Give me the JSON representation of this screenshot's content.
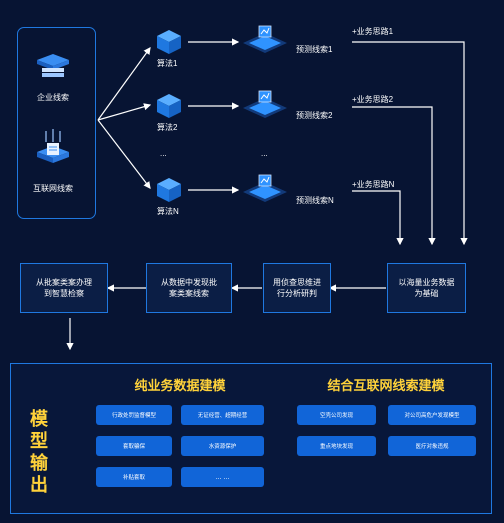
{
  "sources": {
    "enterprise_clue": "企业线索",
    "internet_clue": "互联网线索"
  },
  "algorithms": [
    "算法1",
    "算法2",
    "算法N"
  ],
  "predictions": [
    "预测线索1",
    "预测线索2",
    "预测线索N"
  ],
  "business_ideas": [
    "+业务思路1",
    "+业务思路2",
    "+业务思路N"
  ],
  "ellipsis_algo": "...",
  "ellipsis_pred": "...",
  "flow": {
    "step1": "以海量业务数据为基础",
    "step2": "用侦查思维进行分析研判",
    "step3": "从数据中发现批案类案线索",
    "step4": "从批案类案办理到智慧检察"
  },
  "bottom": {
    "left_label": "模型输出",
    "left_title": "纯业务数据建模",
    "right_title": "结合互联网线索建模",
    "left_tags": [
      "行政处罚监督模型",
      "无证经营、超期经营",
      "套取骗保",
      "水资源保护",
      "补贴套取",
      "... ..."
    ],
    "right_tags": [
      "空壳公司发现",
      "对公司高危户发现模型",
      "重点地块发现",
      "医疗对象违规"
    ]
  },
  "colors": {
    "background": "#071433",
    "accent": "#1f78e0",
    "tag": "#1165d8",
    "title": "#ffd23a"
  }
}
